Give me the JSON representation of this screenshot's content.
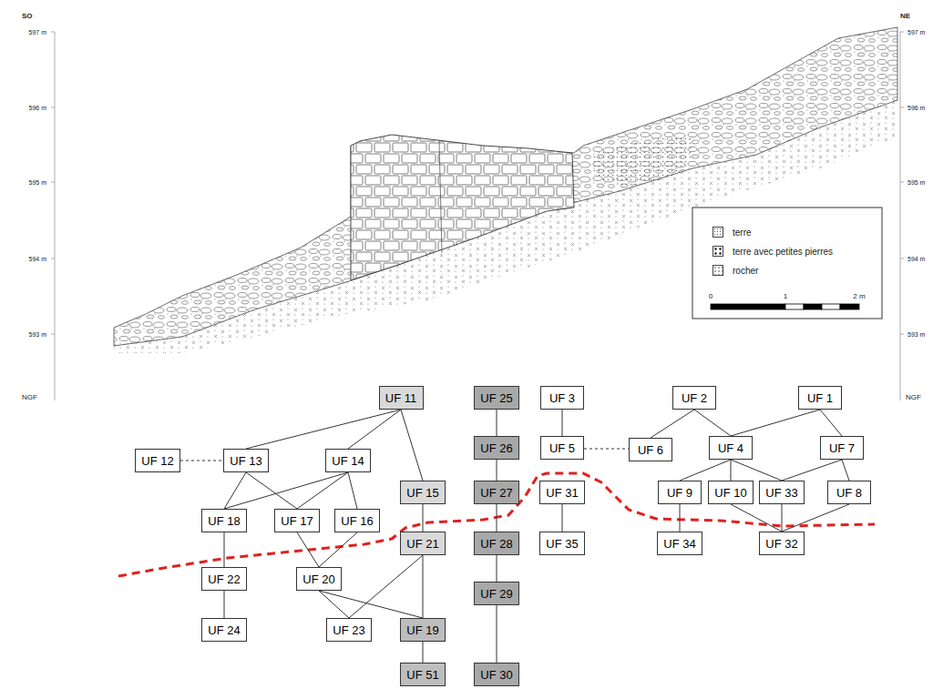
{
  "diagram": {
    "nodes": [
      {
        "text": [
          "UF 11"
        ]
      },
      {
        "text": [
          "UF 25"
        ]
      },
      {
        "text": [
          "UF 3"
        ]
      },
      {
        "text": [
          "UF 2"
        ]
      },
      {
        "text": [
          "UF 1"
        ]
      },
      {
        "text": [
          "UF 12"
        ]
      },
      {
        "text": [
          "UF 13"
        ]
      },
      {
        "text": [
          "UF 14"
        ]
      },
      {
        "text": [
          "UF 26"
        ]
      },
      {
        "text": [
          "UF 5"
        ]
      },
      {
        "text": [
          "UF 6"
        ]
      },
      {
        "text": [
          "UF 4"
        ]
      },
      {
        "text": [
          "UF 7"
        ]
      },
      {
        "text": [
          "UF 15"
        ]
      },
      {
        "text": [
          "UF 27"
        ]
      },
      {
        "text": [
          "UF 31"
        ]
      },
      {
        "text": [
          "UF 9"
        ]
      },
      {
        "text": [
          "UF 10"
        ]
      },
      {
        "text": [
          "UF 33"
        ]
      },
      {
        "text": [
          "UF 8"
        ]
      },
      {
        "text": [
          "UF 18"
        ]
      },
      {
        "text": [
          "UF 17"
        ]
      },
      {
        "text": [
          "UF 16"
        ]
      },
      {
        "text": [
          "UF 21"
        ]
      },
      {
        "text": [
          "UF 28"
        ]
      },
      {
        "text": [
          "UF 35"
        ]
      },
      {
        "text": [
          "UF 34"
        ]
      },
      {
        "text": [
          "UF 32"
        ]
      },
      {
        "text": [
          "UF 22"
        ]
      },
      {
        "text": [
          "UF 20"
        ]
      },
      {
        "text": [
          "UF 29"
        ]
      },
      {
        "text": [
          "UF 24"
        ]
      },
      {
        "text": [
          "UF 23"
        ]
      },
      {
        "text": [
          "UF 19"
        ]
      },
      {
        "text": [
          "UF 51"
        ]
      },
      {
        "text": [
          "UF 30"
        ]
      }
    ],
    "edges": [
      {
        "from": 0,
        "to": 6,
        "arrow": "none"
      },
      {
        "from": 0,
        "to": 7,
        "arrow": "none"
      },
      {
        "from": 0,
        "to": 13,
        "arrow": "none"
      },
      {
        "from": 5,
        "to": 6,
        "arrow": "none"
      },
      {
        "from": 6,
        "to": 20,
        "arrow": "none"
      },
      {
        "from": 6,
        "to": 21,
        "arrow": "none"
      },
      {
        "from": 7,
        "to": 20,
        "arrow": "none"
      },
      {
        "from": 7,
        "to": 21,
        "arrow": "none"
      },
      {
        "from": 7,
        "to": 22,
        "arrow": "none"
      },
      {
        "from": 13,
        "to": 23,
        "arrow": "none"
      },
      {
        "from": 20,
        "to": 28,
        "arrow": "none"
      },
      {
        "from": 21,
        "to": 29,
        "arrow": "none"
      },
      {
        "from": 22,
        "to": 29,
        "arrow": "none"
      },
      {
        "from": 23,
        "to": 32,
        "arrow": "none"
      },
      {
        "from": 23,
        "to": 33,
        "arrow": "none"
      },
      {
        "from": 28,
        "to": 31,
        "arrow": "none"
      },
      {
        "from": 29,
        "to": 32,
        "arrow": "none"
      },
      {
        "from": 29,
        "to": 33,
        "arrow": "none"
      },
      {
        "from": 33,
        "to": 34,
        "arrow": "none"
      },
      {
        "from": 1,
        "to": 8,
        "arrow": "none"
      },
      {
        "from": 8,
        "to": 14,
        "arrow": "none"
      },
      {
        "from": 14,
        "to": 24,
        "arrow": "none"
      },
      {
        "from": 24,
        "to": 30,
        "arrow": "none"
      },
      {
        "from": 30,
        "to": 35,
        "arrow": "none"
      },
      {
        "from": 2,
        "to": 9,
        "arrow": "none"
      },
      {
        "from": 9,
        "to": 10,
        "arrow": "none"
      },
      {
        "from": 15,
        "to": 25,
        "arrow": "none"
      },
      {
        "from": 3,
        "to": 10,
        "arrow": "none"
      },
      {
        "from": 3,
        "to": 11,
        "arrow": "none"
      },
      {
        "from": 4,
        "to": 11,
        "arrow": "none"
      },
      {
        "from": 4,
        "to": 12,
        "arrow": "none"
      },
      {
        "from": 11,
        "to": 16,
        "arrow": "none"
      },
      {
        "from": 11,
        "to": 17,
        "arrow": "none"
      },
      {
        "from": 11,
        "to": 18,
        "arrow": "none"
      },
      {
        "from": 12,
        "to": 18,
        "arrow": "none"
      },
      {
        "from": 12,
        "to": 19,
        "arrow": "none"
      },
      {
        "from": 16,
        "to": 26,
        "arrow": "none"
      },
      {
        "from": 17,
        "to": 27,
        "arrow": "none"
      },
      {
        "from": 18,
        "to": 27,
        "arrow": "none"
      },
      {
        "from": 19,
        "to": 27,
        "arrow": "none"
      }
    ],
    "labels": [
      "SO",
      "NE",
      "597 m",
      "596 m",
      "595 m",
      "594 m",
      "593 m",
      "597 m",
      "596 m",
      "595 m",
      "594 m",
      "593 m",
      "NGF",
      "NGF",
      "0",
      "1",
      "2 m"
    ],
    "legend": [
      {
        "text": "terre"
      },
      {
        "text": "terre avec petites pierres"
      },
      {
        "text": "rocher"
      }
    ]
  }
}
